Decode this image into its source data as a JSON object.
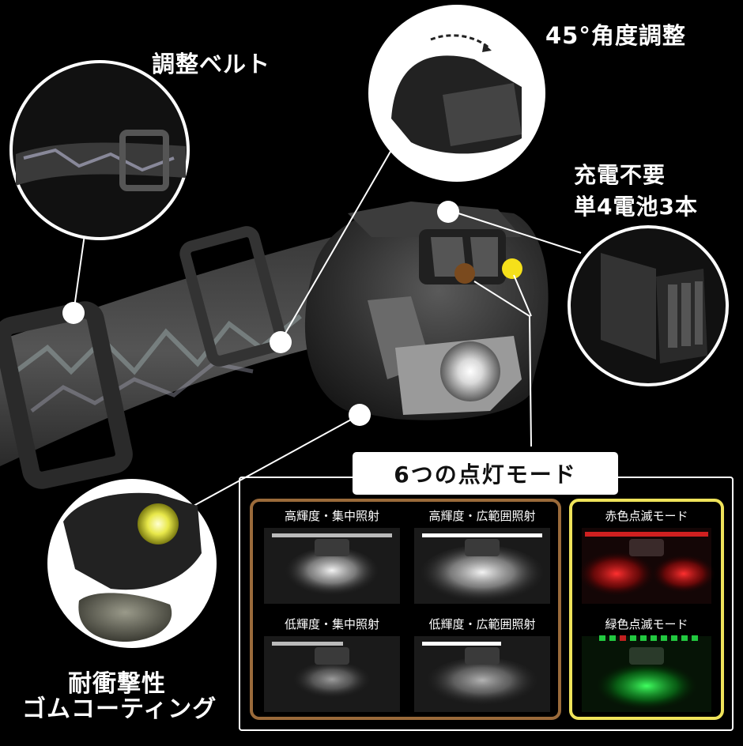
{
  "callouts": {
    "belt": "調整ベルト",
    "angle": "45°角度調整",
    "battery_line1": "充電不要",
    "battery_line2": "単4電池3本",
    "shock_line1": "耐衝撃性",
    "shock_line2": "ゴムコーティング"
  },
  "modes": {
    "title": "6つの点灯モード",
    "white_modes": [
      {
        "label": "高輝度・集中照射"
      },
      {
        "label": "高輝度・広範囲照射"
      },
      {
        "label": "低輝度・集中照射"
      },
      {
        "label": "低輝度・広範囲照射"
      }
    ],
    "color_modes": [
      {
        "label": "赤色点滅モード",
        "color": "#e02020"
      },
      {
        "label": "緑色点滅モード",
        "color": "#22c940"
      }
    ]
  },
  "button_colors": {
    "brown": "#7a4a1e",
    "yellow": "#f5e01a"
  },
  "group_colors": {
    "white_frame": "#9a6a3a",
    "color_frame": "#efe35a"
  }
}
